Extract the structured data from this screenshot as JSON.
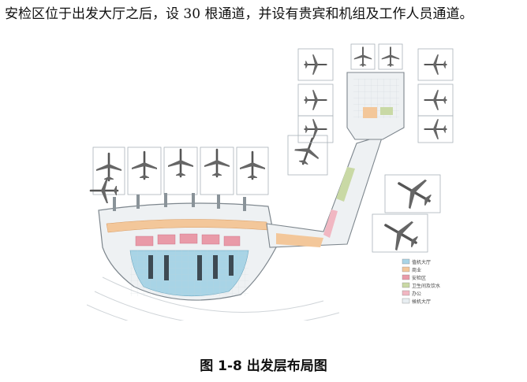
{
  "intro_text": "安检区位于出发大厅之后，设 30 根通道，并设有贵宾和机组及工作人员通道。",
  "figure": {
    "caption": "图 1-8 出发层布局图",
    "legend": [
      {
        "label": "值机大厅",
        "color": "#a8d4e6"
      },
      {
        "label": "商业",
        "color": "#f3c79a"
      },
      {
        "label": "安检区",
        "color": "#e99aa8"
      },
      {
        "label": "卫生间及饮水",
        "color": "#c9d9a5"
      },
      {
        "label": "办公",
        "color": "#f1b7c2"
      },
      {
        "label": "候机大厅",
        "color": "#e8eef2"
      }
    ]
  }
}
